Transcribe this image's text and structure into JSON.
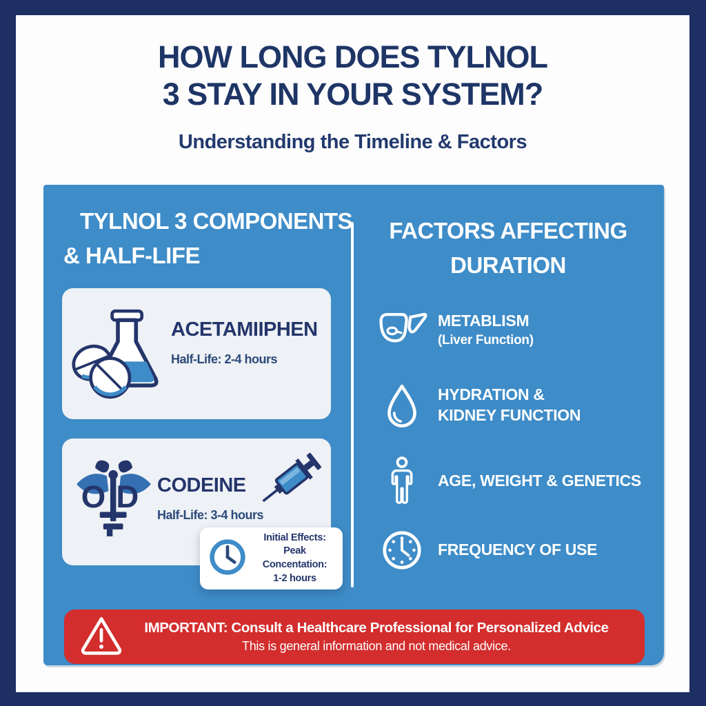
{
  "colors": {
    "frame_navy": "#1d2f63",
    "title_navy": "#1e3566",
    "panel_blue": "#3e8cc8",
    "card_bg": "#eef1f5",
    "alert_red": "#d32d2d",
    "icon_navy": "#24356b",
    "white": "#ffffff"
  },
  "header": {
    "title": "HOW LONG DOES TYLNOL\n3 STAY IN YOUR SYSTEM?",
    "subtitle": "Understanding the Timeline & Factors"
  },
  "components_section": {
    "heading": "TYLNOL 3 COMPONENTS\n& HALF-LIFE",
    "cards": [
      {
        "icon": "flask-and-pills-icon",
        "name": "ACETAMIIPHEN",
        "half_life": "Half-Life: 2-4 hours"
      },
      {
        "icon": "codeine-emblem-icon",
        "secondary_icon": "syringe-icon",
        "name": "CODEINE",
        "half_life": "Half-Life: 3-4 hours"
      }
    ],
    "peak_card": {
      "icon": "clock-icon",
      "line1": "Initial Effects:",
      "line2": "Peak Concentation:",
      "line3": "1-2 hours"
    }
  },
  "factors_section": {
    "heading": "FACTORS AFFECTING\nDURATION",
    "factors": [
      {
        "icon": "liver-icon",
        "label": "METABLISM",
        "sublabel": "(Liver Function)"
      },
      {
        "icon": "water-drop-icon",
        "label": "HYDRATION &\nKIDNEY FUNCTION"
      },
      {
        "icon": "person-icon",
        "label": "AGE, WEIGHT & GENETICS"
      },
      {
        "icon": "clock-dial-icon",
        "label": "FREQUENCY OF USE"
      }
    ]
  },
  "alert_banner": {
    "icon": "warning-triangle-icon",
    "headline": "IMPORTANT: Consult a Healthcare Professional for Personalized Advice",
    "subtext": "This is general information and not medical advice."
  }
}
